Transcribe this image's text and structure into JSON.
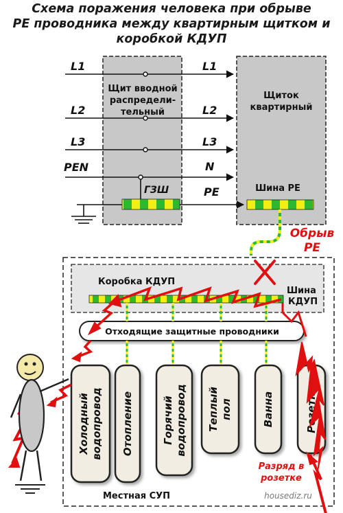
{
  "title": {
    "line1": "Схема поражения человека при обрыве",
    "line2": "РЕ проводника между квартирным щитком и",
    "line3": "коробкой КДУП"
  },
  "left_lines": [
    "L1",
    "L2",
    "L3",
    "PEN"
  ],
  "right_lines": [
    "L1",
    "L2",
    "L3",
    "N",
    "PE"
  ],
  "panel_main": {
    "line1": "Щит вводной",
    "line2": "распредели-",
    "line3": "тельный",
    "bus": "ГЗШ"
  },
  "panel_apartment": {
    "line1": "Щиток",
    "line2": "квартирный",
    "bus": "Шина РЕ"
  },
  "break_label": {
    "line1": "Обрыв",
    "line2": "РЕ"
  },
  "kdup": {
    "box": "Коробка КДУП",
    "bus_line1": "Шина",
    "bus_line2": "КДУП",
    "conductors": "Отходящие защитные проводники"
  },
  "consumers": [
    {
      "line1": "Холодный",
      "line2": "водопровод"
    },
    {
      "line1": "Отопление",
      "line2": ""
    },
    {
      "line1": "Горячий",
      "line2": "водопровод"
    },
    {
      "line1": "Теплый",
      "line2": "пол"
    },
    {
      "line1": "Ванна",
      "line2": ""
    },
    {
      "line1": "Розетки",
      "line2": ""
    }
  ],
  "discharge": {
    "line1": "Разряд в",
    "line2": "розетке"
  },
  "local_sup": "Местная СУП",
  "watermark": "housediz.ru",
  "colors": {
    "pe_yellow": "#f2ef16",
    "pe_green": "#2db82d",
    "panel_gray": "#c8c8c8",
    "bolt_red": "#e01010"
  }
}
